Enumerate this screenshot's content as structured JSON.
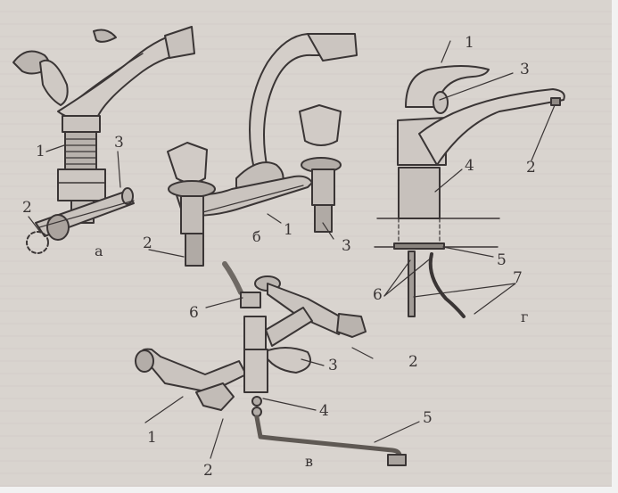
{
  "figure": {
    "subject": "faucet types",
    "panels": [
      {
        "id": "a",
        "letter": "а",
        "callouts": [
          "1",
          "2",
          "3"
        ]
      },
      {
        "id": "b",
        "letter": "б",
        "callouts": [
          "1",
          "2",
          "3"
        ]
      },
      {
        "id": "v",
        "letter": "в",
        "callouts": [
          "1",
          "2",
          "2",
          "3",
          "4",
          "5",
          "6"
        ]
      },
      {
        "id": "g",
        "letter": "г",
        "callouts": [
          "1",
          "2",
          "3",
          "4",
          "5",
          "6",
          "7"
        ]
      }
    ]
  },
  "labels": {
    "a_1": "1",
    "a_2": "2",
    "a_3": "3",
    "a_letter": "а",
    "b_1": "1",
    "b_2": "2",
    "b_3": "3",
    "b_letter": "б",
    "g_1": "1",
    "g_2": "2",
    "g_3": "3",
    "g_4": "4",
    "g_5": "5",
    "g_6": "6",
    "g_7": "7",
    "g_letter": "г",
    "v_1": "1",
    "v_2a": "2",
    "v_2b": "2",
    "v_3": "3",
    "v_4": "4",
    "v_5": "5",
    "v_6": "6",
    "v_letter": "в"
  },
  "colors": {
    "paper": "#d9d4cf",
    "ink": "#3a3535"
  }
}
